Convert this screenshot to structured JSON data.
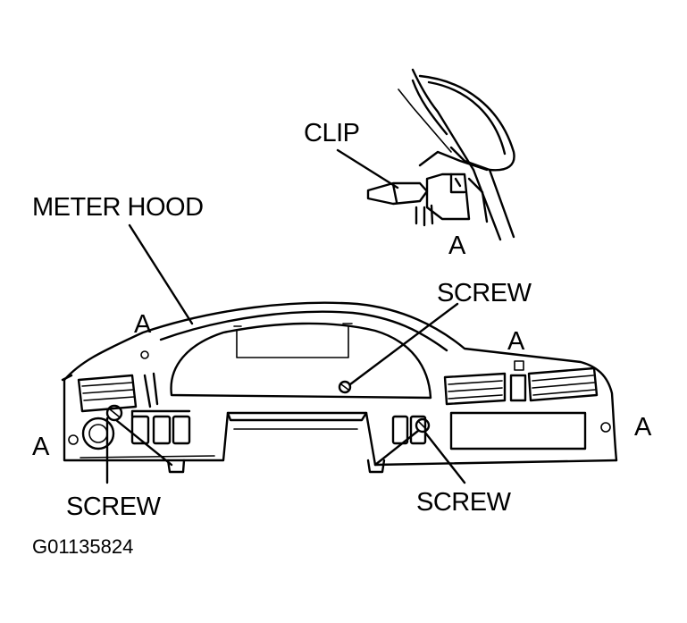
{
  "labels": {
    "clip": "CLIP",
    "meter_hood": "METER HOOD",
    "screw_center": "SCREW",
    "screw_left": "SCREW",
    "screw_right": "SCREW",
    "a_detail": "A",
    "a_top_left": "A",
    "a_top_right": "A",
    "a_left": "A",
    "a_right": "A"
  },
  "figure_code": "G01135824"
}
